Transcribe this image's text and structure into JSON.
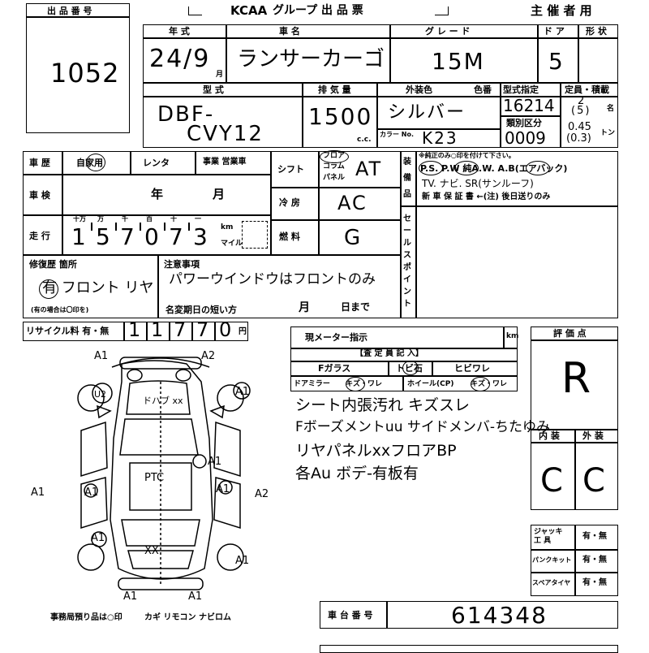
{
  "lot": {
    "label": "出 品 番 号",
    "number": "1052"
  },
  "header": {
    "brand": "KCAA",
    "title": "グループ 出 品 票",
    "host": "主 催 者 用"
  },
  "row1": {
    "labels": {
      "year": "年 式",
      "car": "車 名",
      "grade": "グ レ ー ド",
      "door": "ド ア",
      "shape": "形 状"
    },
    "year": "24/9",
    "month_mark": "月",
    "car_name": "ランサーカーゴ",
    "grade": "15M",
    "door": "5"
  },
  "row2": {
    "labels": {
      "model": "型 式",
      "displacement": "排 気 量",
      "exterior": "外装色",
      "color_no": "色番",
      "type_cert": "型式指定",
      "category": "類別区分",
      "capacity": "定員・積載"
    },
    "model_line1": "DBF-",
    "model_line2": "CVY12",
    "displacement": "1500",
    "cc": "c.c.",
    "color": "シルバー",
    "color_no_label": "カラー No.",
    "color_no": "K23",
    "type_cert": "16214",
    "category": "0009",
    "capacity_persons": "2",
    "capacity_persons2": "(5)",
    "capacity_unit": "名",
    "capacity_tons": "0.45",
    "capacity_tons2": "(0.3)",
    "tons_unit": "トン"
  },
  "history": {
    "label": "車 歴",
    "options": [
      "自家用",
      "レンタ",
      "事業 営業車"
    ],
    "inspection_label": "車 検",
    "year_mark": "年",
    "month_mark": "月",
    "mileage_label": "走 行",
    "digit_labels": [
      "十万",
      "万",
      "千",
      "百",
      "十",
      "一"
    ],
    "mileage": [
      "1",
      "5",
      "7",
      "0",
      "7",
      "3"
    ],
    "km": "km",
    "mile": "マイル"
  },
  "shift": {
    "label": "シフト",
    "options": [
      "フロア",
      "コラム",
      "パネル"
    ],
    "value": "AT"
  },
  "aircon": {
    "label": "冷 房",
    "value": "AC"
  },
  "fuel": {
    "label": "燃 料",
    "value": "G"
  },
  "equipment": {
    "side_label": "装 備 品",
    "note": "※純正のみ○印を付けて下さい。",
    "line1": "P.S. P.W 純A.W. A.B(エアバック)",
    "line2": "TV. ナビ. SR(サンルーフ)",
    "line3": "新 車 保 証 書 ←(注) 後日送りのみ"
  },
  "sales_point": {
    "label": "セ ー ル ス ポ イ ン ト"
  },
  "repair": {
    "label": "修復歴 箇所",
    "value": "有 フロント リヤ",
    "note": "(有の場合は〇印を)"
  },
  "caution": {
    "label": "注意事項",
    "value": "パワーウインドウはフロントのみ",
    "name_change": "名変期日の短い方",
    "month": "月",
    "day": "日まで"
  },
  "recycle": {
    "label": "リサイクル料 有・無",
    "digits": [
      "1",
      "1",
      "7",
      "7",
      "0"
    ],
    "unit": "円"
  },
  "meter": {
    "label": "現メーター指示",
    "unit": "km",
    "inspector_label": "【査 定 員 記 入】",
    "cols": [
      "Fガラス",
      "トビ石",
      "ヒビワレ"
    ],
    "cols2": [
      "ドアミラー",
      "キズ・ワレ",
      "ホイール(CP)",
      "キズ・ワレ"
    ],
    "notes": [
      "シート内張汚れ キズスレ",
      "Fボーズメントuu サイドメンバ-ちたゆみ",
      "リヤパネルxxフロアBP",
      "各Au ボデ-有板有"
    ]
  },
  "score": {
    "label": "評 価 点",
    "value": "R",
    "interior_label": "内 装",
    "exterior_label": "外 装",
    "interior": "C",
    "exterior": "C"
  },
  "tools": [
    {
      "label": "ジャッキ 工 具",
      "value": "有・無"
    },
    {
      "label": "パンクキット",
      "value": "有・無"
    },
    {
      "label": "スペアタイヤ",
      "value": "有・無"
    }
  ],
  "chassis": {
    "label": "車 台 番 号",
    "value": "614348"
  },
  "diagram_marks": {
    "a1_marks": [
      "A1",
      "A1",
      "A1",
      "A1",
      "A1",
      "A1",
      "A1",
      "A1",
      "A1",
      "A1"
    ],
    "a2_marks": [
      "A2",
      "A2"
    ],
    "u2": "U2",
    "bumper_note": "ドハブ xx",
    "ptc": "PTC",
    "rear_note": "XX"
  },
  "bottom_note": {
    "office": "事務局預り品は○印",
    "items": "カギ リモコン ナビロム"
  }
}
